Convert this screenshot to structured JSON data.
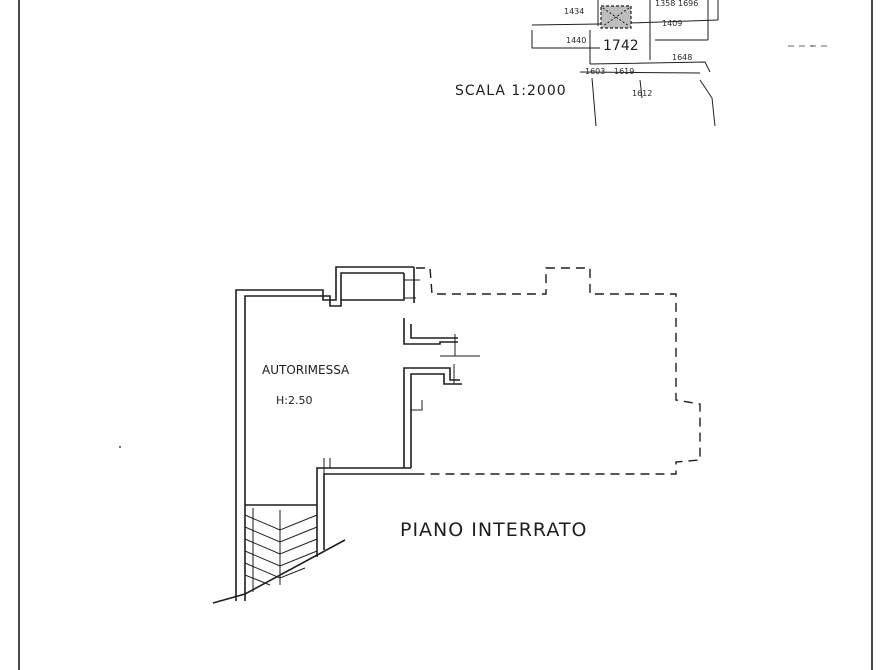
{
  "map": {
    "scale_label": "SCALA 1:2000",
    "parcel_number": "1742",
    "parcel_labels": [
      "1434",
      "1358",
      "1696",
      "1409",
      "1440",
      "1648",
      "1603",
      "1619",
      "1612"
    ]
  },
  "plan": {
    "room_name": "AUTORIMESSA",
    "room_height": "H:2.50",
    "floor_title": "PIANO INTERRATO"
  }
}
